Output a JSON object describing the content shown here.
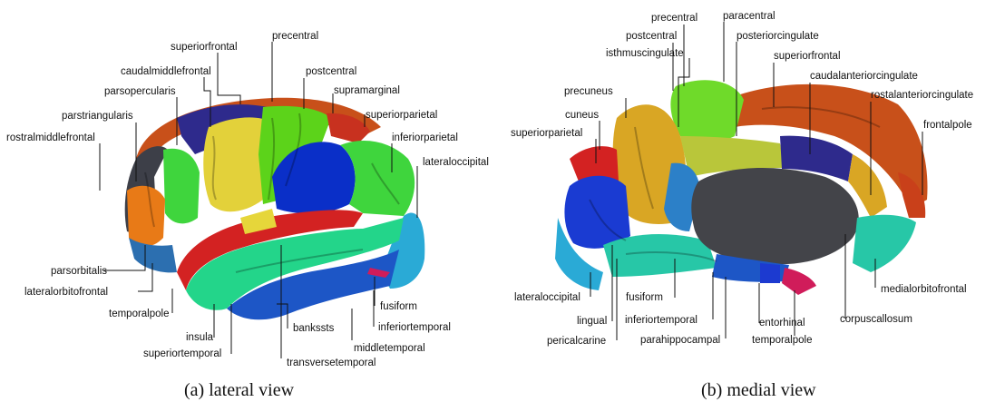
{
  "figure": {
    "panel_a": {
      "caption": "(a)  lateral view",
      "labels": {
        "superiorfrontal": "superiorfrontal",
        "precentral": "precentral",
        "caudalmiddlefrontal": "caudalmiddlefrontal",
        "postcentral": "postcentral",
        "parsopercularis": "parsopercularis",
        "supramarginal": "supramarginal",
        "parstriangularis": "parstriangularis",
        "superiorparietal": "superiorparietal",
        "rostralmiddlefrontal": "rostralmiddlefrontal",
        "inferiorparietal": "inferiorparietal",
        "lateraloccipital": "lateraloccipital",
        "parsorbitalis": "parsorbitalis",
        "lateralorbitofrontal": "lateralorbitofrontal",
        "temporalpole": "temporalpole",
        "fusiform": "fusiform",
        "insula": "insula",
        "bankssts": "bankssts",
        "inferiortemporal": "inferiortemporal",
        "superiortemporal": "superiortemporal",
        "middletemporal": "middletemporal",
        "transversetemporal": "transversetemporal"
      }
    },
    "panel_b": {
      "caption": "(b)  medial view",
      "labels": {
        "precentral": "precentral",
        "paracentral": "paracentral",
        "postcentral": "postcentral",
        "posteriorcingulate": "posteriorcingulate",
        "isthmuscingulate": "isthmuscingulate",
        "superiorfrontal": "superiorfrontal",
        "caudalanteriorcingulate": "caudalanteriorcingulate",
        "precuneus": "precuneus",
        "rostalanteriorcingulate": "rostalanteriorcingulate",
        "cuneus": "cuneus",
        "frontalpole": "frontalpole",
        "superiorparietal": "superiorparietal",
        "medialorbitofrontal": "medialorbitofrontal",
        "lateraloccipital": "lateraloccipital",
        "fusiform": "fusiform",
        "lingual": "lingual",
        "inferiortemporal": "inferiortemporal",
        "entorhinal": "entorhinal",
        "corpuscallosum": "corpuscallosum",
        "pericalcarine": "pericalcarine",
        "parahippocampal": "parahippocampal",
        "temporalpole": "temporalpole"
      }
    },
    "colors": {
      "superiorfrontal": "#c8501a",
      "precentral": "#2e2a8c",
      "caudalmiddlefrontal": "#e3d13a",
      "postcentral": "#5cd31a",
      "parsopercularis": "#c98f1f",
      "parstriangularis": "#e87a17",
      "rostralmiddlefrontal": "#3d3f48",
      "supramarginal": "#0a2fc8",
      "inferiorparietal": "#3fd53d",
      "lateraloccipital": "#2aaad6",
      "superiortemporal": "#23d58a",
      "middletemporal": "#1d56c6",
      "inferiortemporal": "#2a8fd0",
      "bankssts": "#26c37d",
      "insula": "#e6d63a",
      "temporalpole": "#d32222",
      "orbital": "#2c6fb0",
      "cuneus": "#1a3bd2",
      "precuneus": "#d9a624",
      "paracentral": "#6fda2a",
      "posteriorcingulate": "#b9c63a",
      "corpuscallosum": "#434449",
      "medialorbitofrontal": "#27c7a7",
      "isthmus": "#2c80c8",
      "frontalpole": "#c9401a",
      "parahippocampal": "#1c7d5a"
    }
  }
}
